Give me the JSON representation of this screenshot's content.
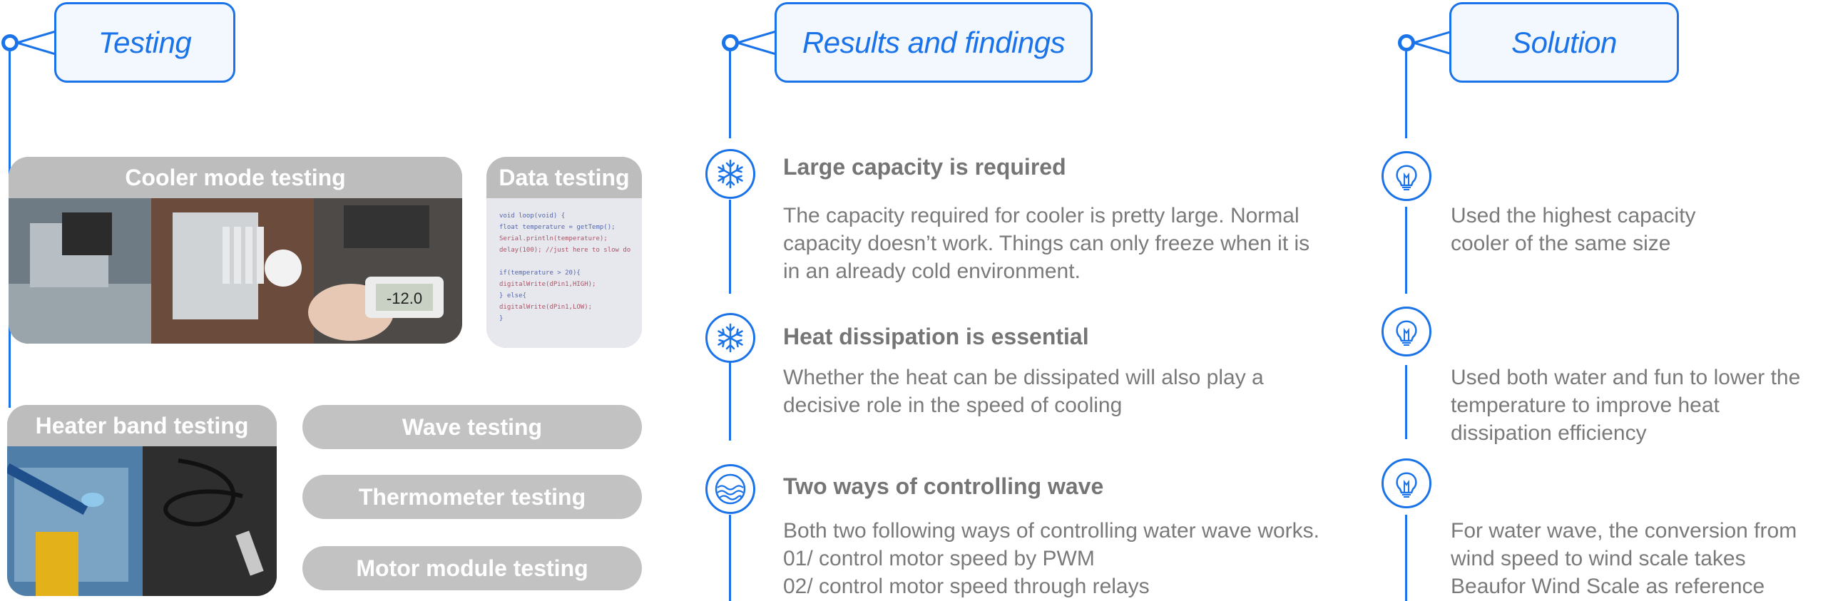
{
  "sections": {
    "testing": "Testing",
    "results": "Results and findings",
    "solution": "Solution"
  },
  "testing": {
    "cooler": "Cooler mode testing",
    "data": "Data testing",
    "heater": "Heater band testing",
    "wave": "Wave testing",
    "thermometer": "Thermometer testing",
    "motor": "Motor module testing",
    "lcd_reading": "-12.0",
    "code_lines": [
      "void loop(void) {",
      "  float temperature = getTemp();",
      "  Serial.println(temperature);",
      "  delay(100); //just here to slow do",
      "",
      "if(temperature > 20){",
      "  digitalWrite(dPin1,HIGH);",
      "} else{",
      "  digitalWrite(dPin1,LOW);",
      "}"
    ]
  },
  "findings": [
    {
      "title": "Large capacity is required",
      "body": [
        "The capacity required for cooler is pretty large. Normal",
        "capacity doesn’t work. Things can only freeze when it is",
        "in an already cold environment."
      ],
      "icon": "snowflake-icon"
    },
    {
      "title": "Heat dissipation is essential",
      "body": [
        "Whether the heat can be dissipated will also play a",
        "decisive role in the speed of cooling"
      ],
      "icon": "snowflake-icon"
    },
    {
      "title": "Two ways of controlling wave",
      "body": [
        "Both two following ways of controlling water wave works.",
        "01/ control motor speed by PWM",
        "02/ control motor speed through relays"
      ],
      "icon": "wave-icon"
    }
  ],
  "solutions": [
    {
      "body": [
        "Used the highest capacity",
        "cooler of the same size"
      ],
      "icon": "lightbulb-icon"
    },
    {
      "body": [
        "Used both water and fun to lower the",
        "temperature to improve heat",
        "dissipation efficiency"
      ],
      "icon": "lightbulb-icon"
    },
    {
      "body": [
        "For water wave, the conversion from",
        "wind speed to wind scale takes",
        "Beaufor Wind Scale as reference"
      ],
      "icon": "lightbulb-icon"
    }
  ],
  "colors": {
    "accent": "#1a73e8",
    "panel_gray": "#bdbdbd",
    "text_gray": "#7a7a7a"
  }
}
